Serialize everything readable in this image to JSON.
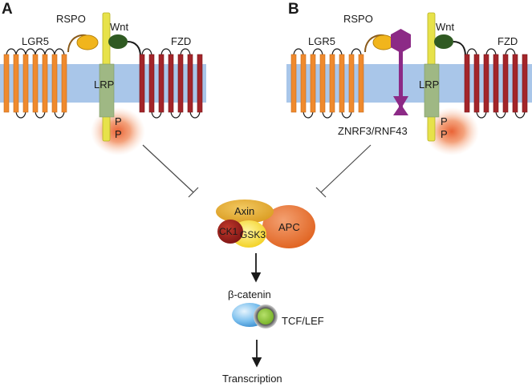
{
  "panels": {
    "a": {
      "letter": "A",
      "rspo": "RSPO",
      "wnt": "Wnt",
      "lgr5": "LGR5",
      "fzd": "FZD",
      "lrp": "LRP",
      "p1": "P",
      "p2": "P"
    },
    "b": {
      "letter": "B",
      "rspo": "RSPO",
      "wnt": "Wnt",
      "lgr5": "LGR5",
      "fzd": "FZD",
      "lrp": "LRP",
      "p1": "P",
      "p2": "P",
      "e3_ligase": "ZNRF3/RNF43"
    }
  },
  "destruction_complex": {
    "axin": "Axin",
    "apc": "APC",
    "ck1": "CK1",
    "gsk3": "GSK3"
  },
  "beta_catenin": "β-catenin",
  "tcf_lef": "TCF/LEF",
  "transcription": "Transcription",
  "colors": {
    "membrane": "#a9c6e9",
    "lgr5_orange": "#ef8a2e",
    "fzd_red": "#a3252a",
    "lrp_yellow": "#e7e24a",
    "lrp_green": "#9fb884",
    "rspo_yellow": "#f1b51c",
    "wnt_green": "#2f5a22",
    "znrf3_purple": "#8c2a86",
    "axin_gold": "#e6a92e",
    "apc_orange": "#e46a2c",
    "ck1_red": "#9c1d1d",
    "gsk3_yellow": "#f6d92e",
    "tcf_green": "#8ec63f",
    "beta_catenin_blue": "#5aaee6"
  }
}
